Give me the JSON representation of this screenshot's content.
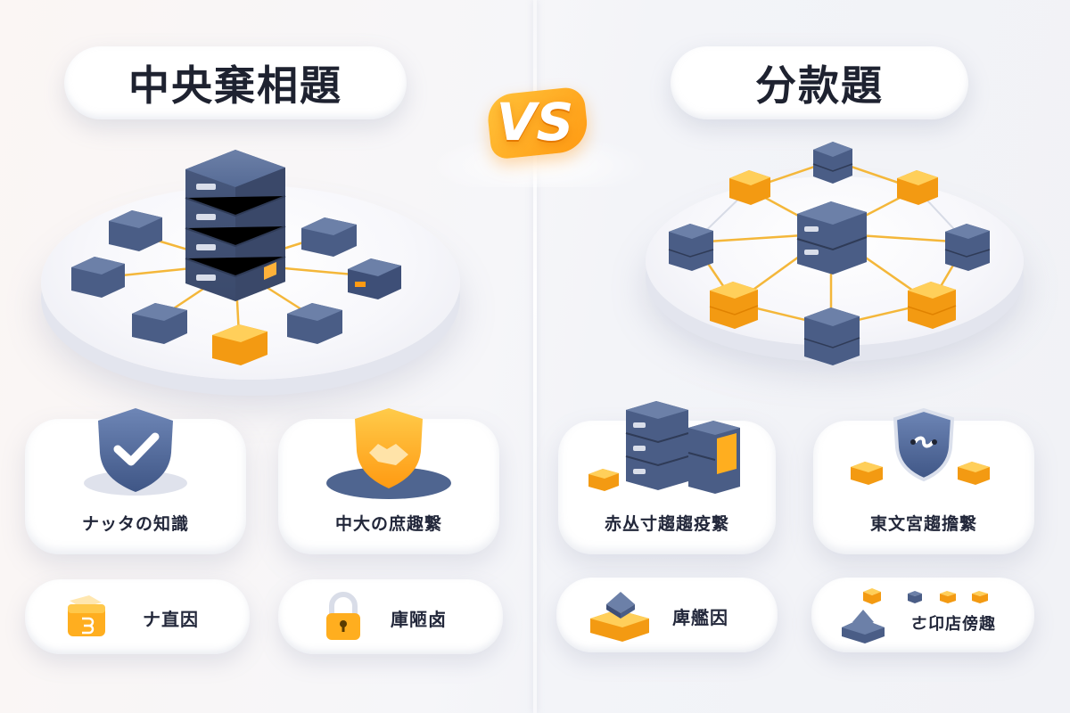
{
  "titles": {
    "left": "中央棄相題",
    "vs": "VS",
    "right": "分款題"
  },
  "cards": {
    "left_top_1": "ナッタの知識",
    "left_top_2": "中大の庶趣繋",
    "right_top_1": "赤丛寸趨趨疫繋",
    "right_top_2": "東文宮趨擔繋"
  },
  "pills": {
    "left_bottom_1": "ナ直因",
    "left_bottom_2": "庫陋卤",
    "right_bottom_1": "庳艦因",
    "right_bottom_2": "ㄜ卬店傍趣"
  },
  "colors": {
    "server_blue": "#4f6590",
    "node_orange": "#ffae1f",
    "vs_orange": "#ff9a12",
    "line_gold": "#f4b73a"
  },
  "icons": {
    "left_card_1": "shield-check-icon",
    "left_card_2": "shield-handshake-icon",
    "right_card_1": "server-stack-icon",
    "right_card_2": "shield-link-icon",
    "left_pill_1": "folder-icon",
    "left_pill_2": "lock-icon",
    "right_pill_1": "layers-icon",
    "right_pill_2": "pyramid-nodes-icon"
  }
}
